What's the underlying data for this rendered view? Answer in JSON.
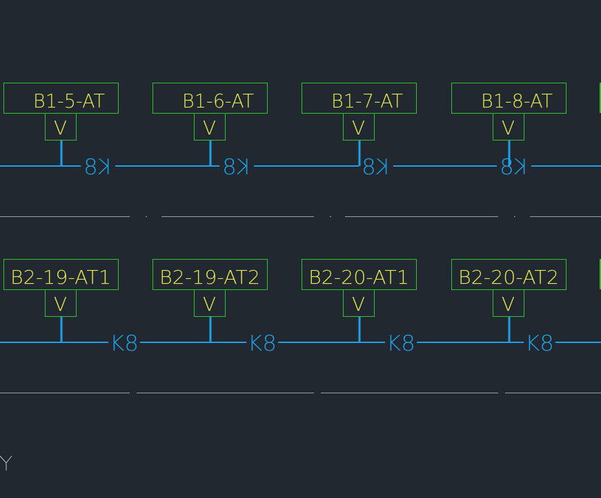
{
  "colors": {
    "background": "#212830",
    "box_outline": "#2ec42e",
    "label_text": "#e6e650",
    "wire": "#1ea0e6",
    "separator": "#9aa0a6",
    "ucs_axis": "#c8c8c8"
  },
  "rows": [
    {
      "cable_label": "K8",
      "label_mirrored": true,
      "devices": [
        {
          "tag": "B1-5-AT",
          "contact": "V"
        },
        {
          "tag": "B1-6-AT",
          "contact": "V"
        },
        {
          "tag": "B1-7-AT",
          "contact": "V"
        },
        {
          "tag": "B1-8-AT",
          "contact": "V"
        }
      ]
    },
    {
      "cable_label": "K8",
      "label_mirrored": false,
      "devices": [
        {
          "tag": "B2-19-AT1",
          "contact": "V"
        },
        {
          "tag": "B2-19-AT2",
          "contact": "V"
        },
        {
          "tag": "B2-20-AT1",
          "contact": "V"
        },
        {
          "tag": "B2-20-AT2",
          "contact": "V"
        }
      ]
    }
  ],
  "ucs_icon": {
    "axis_label": "Y"
  }
}
